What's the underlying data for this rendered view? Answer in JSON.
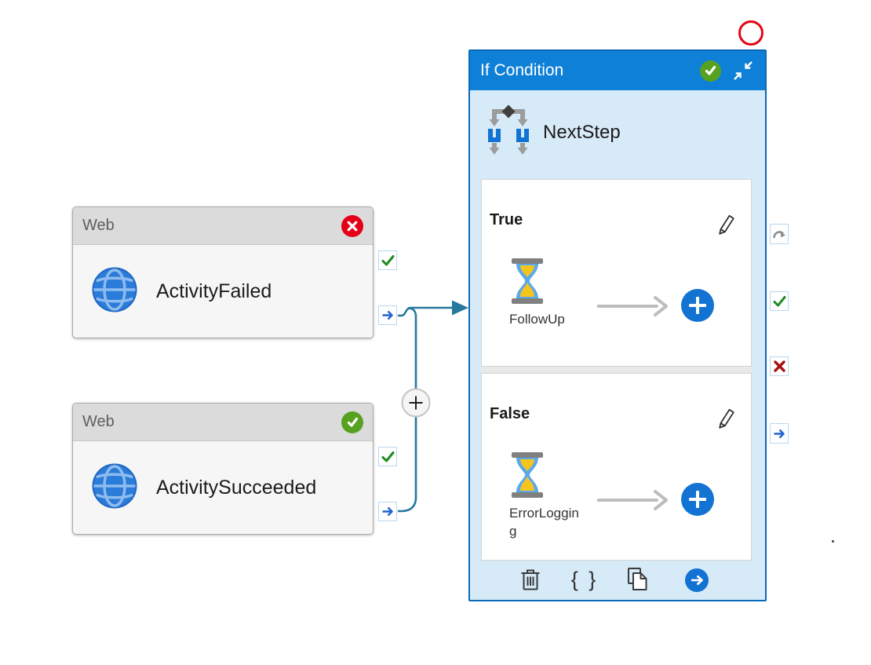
{
  "web_failed": {
    "type_label": "Web",
    "name": "ActivityFailed"
  },
  "web_succeeded": {
    "type_label": "Web",
    "name": "ActivitySucceeded"
  },
  "if_condition": {
    "type_label": "If Condition",
    "name": "NextStep",
    "true_branch": {
      "label": "True",
      "activity_name": "FollowUp"
    },
    "false_branch": {
      "label": "False",
      "activity_name": "ErrorLogging"
    },
    "toolbar": {
      "braces_glyph": "{ }"
    }
  },
  "icons": {
    "web_header_failed": "red-cross-badge",
    "web_header_succeeded": "green-check-badge",
    "if_header": "green-check-badge",
    "ports_left_boxes": [
      "check",
      "arrow-right"
    ],
    "ports_if_box": [
      "skip-arrow",
      "check",
      "cross",
      "arrow-right"
    ],
    "branch_activity_icon": "hourglass-wait",
    "toolbar_icons": [
      "trash",
      "braces",
      "copy",
      "arrow-circle"
    ]
  },
  "colors": {
    "if_header_blue": "#0F80D7",
    "if_border_blue": "#0A69B6",
    "if_body_blue": "#D7EAF8",
    "accent_blue": "#1273D2",
    "connector_teal": "#26789E",
    "success_green": "#57A121",
    "port_check_green": "#1E8A1E",
    "error_red": "#E40016",
    "port_cross_red": "#A61111",
    "port_arrow_blue": "#2666CF",
    "validation_circle_red": "#E30613",
    "web_header_gray": "#DBDBDB"
  }
}
